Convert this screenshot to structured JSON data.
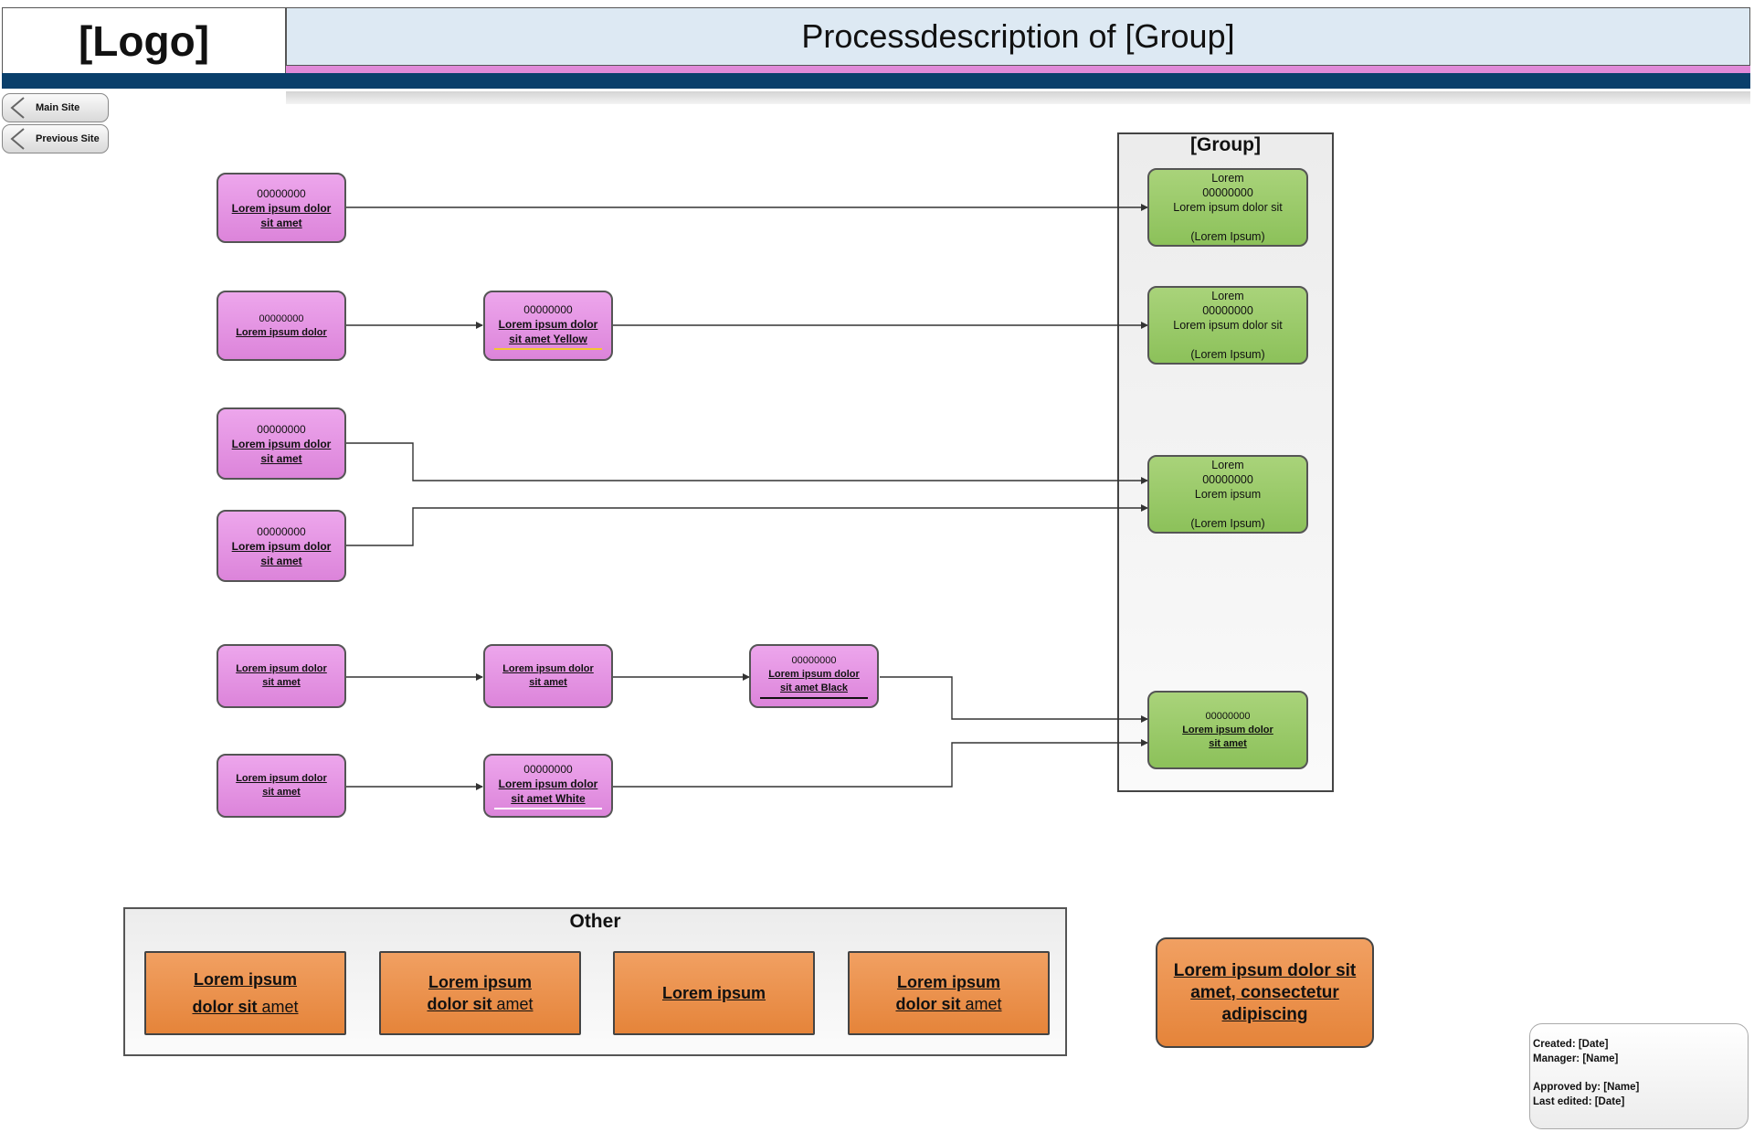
{
  "header": {
    "logo": "[Logo]",
    "title": "Processdescription of [Group]"
  },
  "nav": {
    "main_site": "Main Site",
    "previous_site": "Previous Site"
  },
  "group": {
    "title": "[Group]",
    "nodes": [
      {
        "line1": "Lorem",
        "num": "00000000",
        "label": "Lorem ipsum dolor sit",
        "sub": "(Lorem Ipsum)"
      },
      {
        "line1": "Lorem",
        "num": "00000000",
        "label": "Lorem ipsum dolor sit",
        "sub": "(Lorem Ipsum)"
      },
      {
        "line1": "Lorem",
        "num": "00000000",
        "label": "Lorem ipsum",
        "sub": "(Lorem Ipsum)"
      },
      {
        "num": "00000000",
        "label_a": "Lorem ipsum dolor",
        "label_b": "sit amet"
      }
    ]
  },
  "process_nodes": {
    "r1a": {
      "num": "00000000",
      "label_a": "Lorem ipsum dolor",
      "label_b": "sit amet"
    },
    "r2a": {
      "num": "00000000",
      "label_a": "Lorem ipsum dolor"
    },
    "r2b": {
      "num": "00000000",
      "label_a": "Lorem ipsum dolor",
      "label_b": "sit amet Yellow"
    },
    "r3a": {
      "num": "00000000",
      "label_a": "Lorem ipsum dolor",
      "label_b": "sit amet"
    },
    "r4a": {
      "num": "00000000",
      "label_a": "Lorem ipsum dolor",
      "label_b": "sit amet"
    },
    "r5a": {
      "label_a": "Lorem ipsum dolor",
      "label_b": "sit amet"
    },
    "r5b": {
      "label_a": "Lorem ipsum dolor",
      "label_b": "sit amet"
    },
    "r5c": {
      "num": "00000000",
      "label_a": "Lorem ipsum dolor",
      "label_b": "sit amet Black"
    },
    "r6a": {
      "label_a": "Lorem ipsum dolor",
      "label_b": "sit amet"
    },
    "r6b": {
      "num": "00000000",
      "label_a": "Lorem ipsum dolor",
      "label_b": "sit amet White"
    }
  },
  "bar_colors": {
    "yellow": "#f2c62f",
    "black": "#111111",
    "white": "#ffffff"
  },
  "other": {
    "title": "Other",
    "items": [
      {
        "line_a": "Lorem ipsum",
        "line_b_bold": "dolor sit",
        "line_b_rest": " amet"
      },
      {
        "line_a": "Lorem ipsum",
        "line_b_bold": "dolor sit",
        "line_b_rest": " amet"
      },
      {
        "line_a": "Lorem ipsum"
      },
      {
        "line_a": "Lorem ipsum",
        "line_b_bold": "dolor sit",
        "line_b_rest": " amet"
      }
    ]
  },
  "side_link": "Lorem ipsum dolor sit amet, consectetur adipiscing",
  "info": {
    "created": "Created: [Date]",
    "manager": "Manager: [Name]",
    "approved": "Approved by: [Name]",
    "last_edited": "Last edited: [Date]"
  }
}
